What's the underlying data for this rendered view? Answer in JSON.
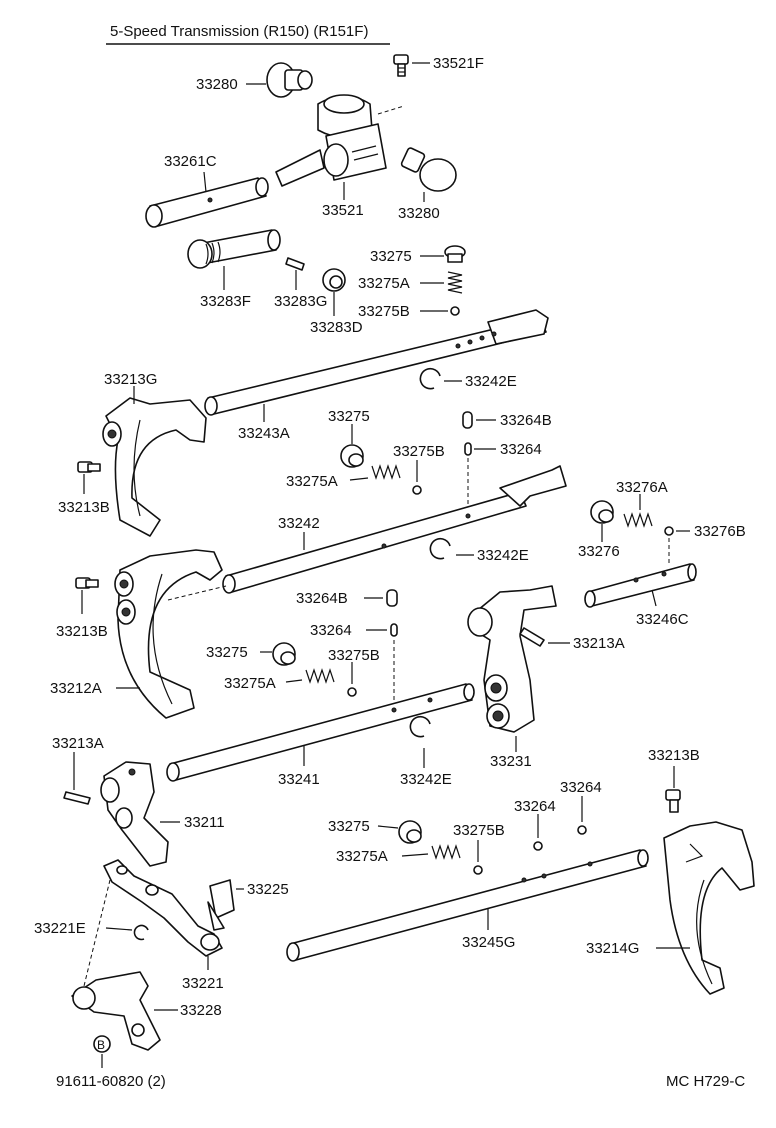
{
  "title": "5-Speed Transmission (R150) (R151F)",
  "footer": {
    "left": "91611-60820 (2)",
    "right": "MC H729-C"
  },
  "callouts": {
    "c33521f": "33521F",
    "c33280a": "33280",
    "c33280b": "33280",
    "c33261c": "33261C",
    "c33521": "33521",
    "c33283f": "33283F",
    "c33283g": "33283G",
    "c33283d": "33283D",
    "c33275_1": "33275",
    "c33275a_1": "33275A",
    "c33275b_1": "33275B",
    "c33213g": "33213G",
    "c33243a": "33243A",
    "c33242e_1": "33242E",
    "c33213b_1": "33213B",
    "c33275_2": "33275",
    "c33264b_1": "33264B",
    "c33275b_2": "33275B",
    "c33264_1": "33264",
    "c33275a_2": "33275A",
    "c33242": "33242",
    "c33276a": "33276A",
    "c33276b": "33276B",
    "c33276": "33276",
    "c33242e_2": "33242E",
    "c33213b_2": "33213B",
    "c33264b_2": "33264B",
    "c33246c": "33246C",
    "c33264_2": "33264",
    "c33213a_1": "33213A",
    "c33275_3": "33275",
    "c33275b_3": "33275B",
    "c33212a": "33212A",
    "c33275a_3": "33275A",
    "c33213a_2": "33213A",
    "c33241": "33241",
    "c33242e_3": "33242E",
    "c33231": "33231",
    "c33213b_3": "33213B",
    "c33211": "33211",
    "c33264_3": "33264",
    "c33264_4": "33264",
    "c33275_4": "33275",
    "c33275b_4": "33275B",
    "c33275a_4": "33275A",
    "c33225": "33225",
    "c33221e": "33221E",
    "c33245g": "33245G",
    "c33214g": "33214G",
    "c33221": "33221",
    "c33228": "33228",
    "bolt_symbol": "B"
  }
}
